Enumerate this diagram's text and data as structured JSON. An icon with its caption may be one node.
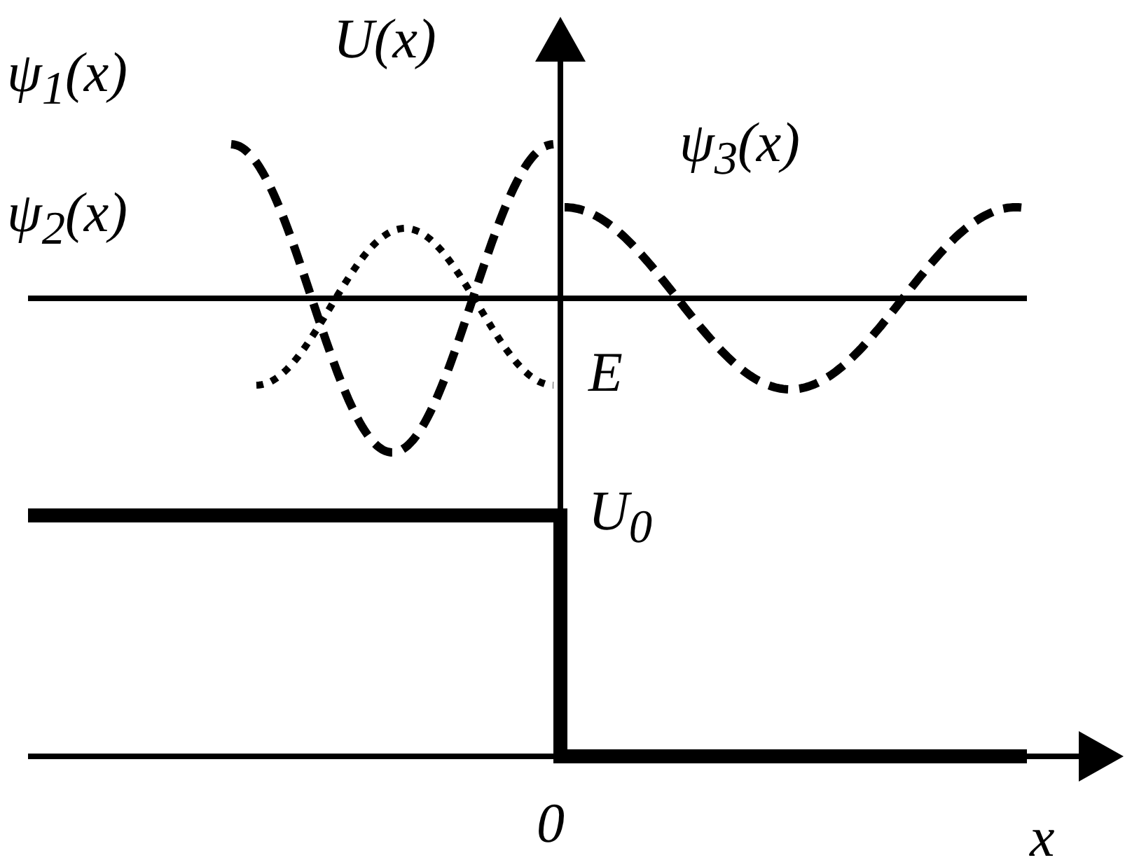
{
  "diagram": {
    "labels": [
      "ψ$_{1}$(x)",
      "U(x)",
      "ψ$_{3}$(x)",
      "ψ$_{2}$(x)",
      "E",
      "U$_{0}$",
      "0",
      "x"
    ]
  }
}
